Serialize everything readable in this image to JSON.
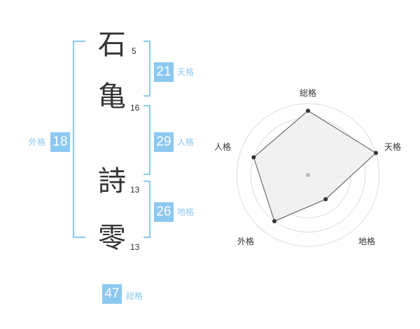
{
  "characters": [
    {
      "char": "石",
      "strokes": "5"
    },
    {
      "char": "亀",
      "strokes": "16"
    },
    {
      "char": "詩",
      "strokes": "13"
    },
    {
      "char": "零",
      "strokes": "13"
    }
  ],
  "scores": {
    "tenkaku": {
      "value": "21",
      "label": "天格"
    },
    "jinkaku": {
      "value": "29",
      "label": "人格"
    },
    "chikaku": {
      "value": "26",
      "label": "地格"
    },
    "gaikaku": {
      "value": "18",
      "label": "外格"
    },
    "soukaku": {
      "value": "47",
      "label": "総格"
    }
  },
  "radar": {
    "axes": [
      "総格",
      "天格",
      "地格",
      "外格",
      "人格"
    ],
    "values": [
      0.9,
      1.0,
      0.42,
      0.8,
      0.8
    ],
    "colors": {
      "ring": "#dddddd",
      "fill": "#efefef",
      "line": "#555555",
      "point": "#333333",
      "center": "#bbbbbb"
    }
  },
  "accent_color": "#8cc8f0"
}
